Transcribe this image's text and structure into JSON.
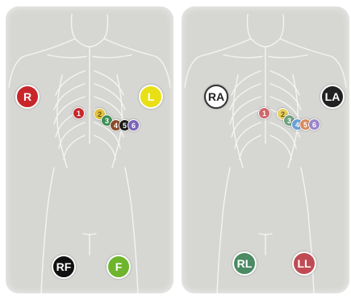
{
  "panel_1": {
    "limbs": [
      {
        "id": "R",
        "label": "R",
        "color": "#c8262b",
        "text": "#ffffff"
      },
      {
        "id": "L",
        "label": "L",
        "color": "#e8e015",
        "text": "#ffffff"
      },
      {
        "id": "RF",
        "label": "RF",
        "color": "#111111",
        "text": "#ffffff"
      },
      {
        "id": "F",
        "label": "F",
        "color": "#6eb52e",
        "text": "#ffffff"
      }
    ],
    "chest": [
      {
        "label": "1",
        "color": "#c8262b",
        "text": "#ffffff"
      },
      {
        "label": "2",
        "color": "#e2c23e",
        "text": "#6a5a10"
      },
      {
        "label": "3",
        "color": "#3f8d55",
        "text": "#ffffff"
      },
      {
        "label": "4",
        "color": "#8a4b2a",
        "text": "#ffffff"
      },
      {
        "label": "5",
        "color": "#1a1a1a",
        "text": "#ffffff"
      },
      {
        "label": "6",
        "color": "#7a63b8",
        "text": "#ffffff"
      }
    ]
  },
  "panel_2": {
    "limbs": [
      {
        "id": "RA",
        "label": "RA",
        "color": "#ffffff",
        "text": "#222222"
      },
      {
        "id": "LA",
        "label": "LA",
        "color": "#222222",
        "text": "#ffffff"
      },
      {
        "id": "RL",
        "label": "RL",
        "color": "#4b8a63",
        "text": "#ffffff"
      },
      {
        "id": "LL",
        "label": "LL",
        "color": "#c04b53",
        "text": "#ffffff"
      }
    ],
    "chest": [
      {
        "label": "1",
        "color": "#d0666b",
        "text": "#ffffff"
      },
      {
        "label": "2",
        "color": "#e6cf63",
        "text": "#6a5a10"
      },
      {
        "label": "3",
        "color": "#6ea07e",
        "text": "#ffffff"
      },
      {
        "label": "4",
        "color": "#6a9fd4",
        "text": "#ffffff"
      },
      {
        "label": "5",
        "color": "#d98a5b",
        "text": "#ffffff"
      },
      {
        "label": "6",
        "color": "#9a86c8",
        "text": "#ffffff"
      }
    ]
  }
}
